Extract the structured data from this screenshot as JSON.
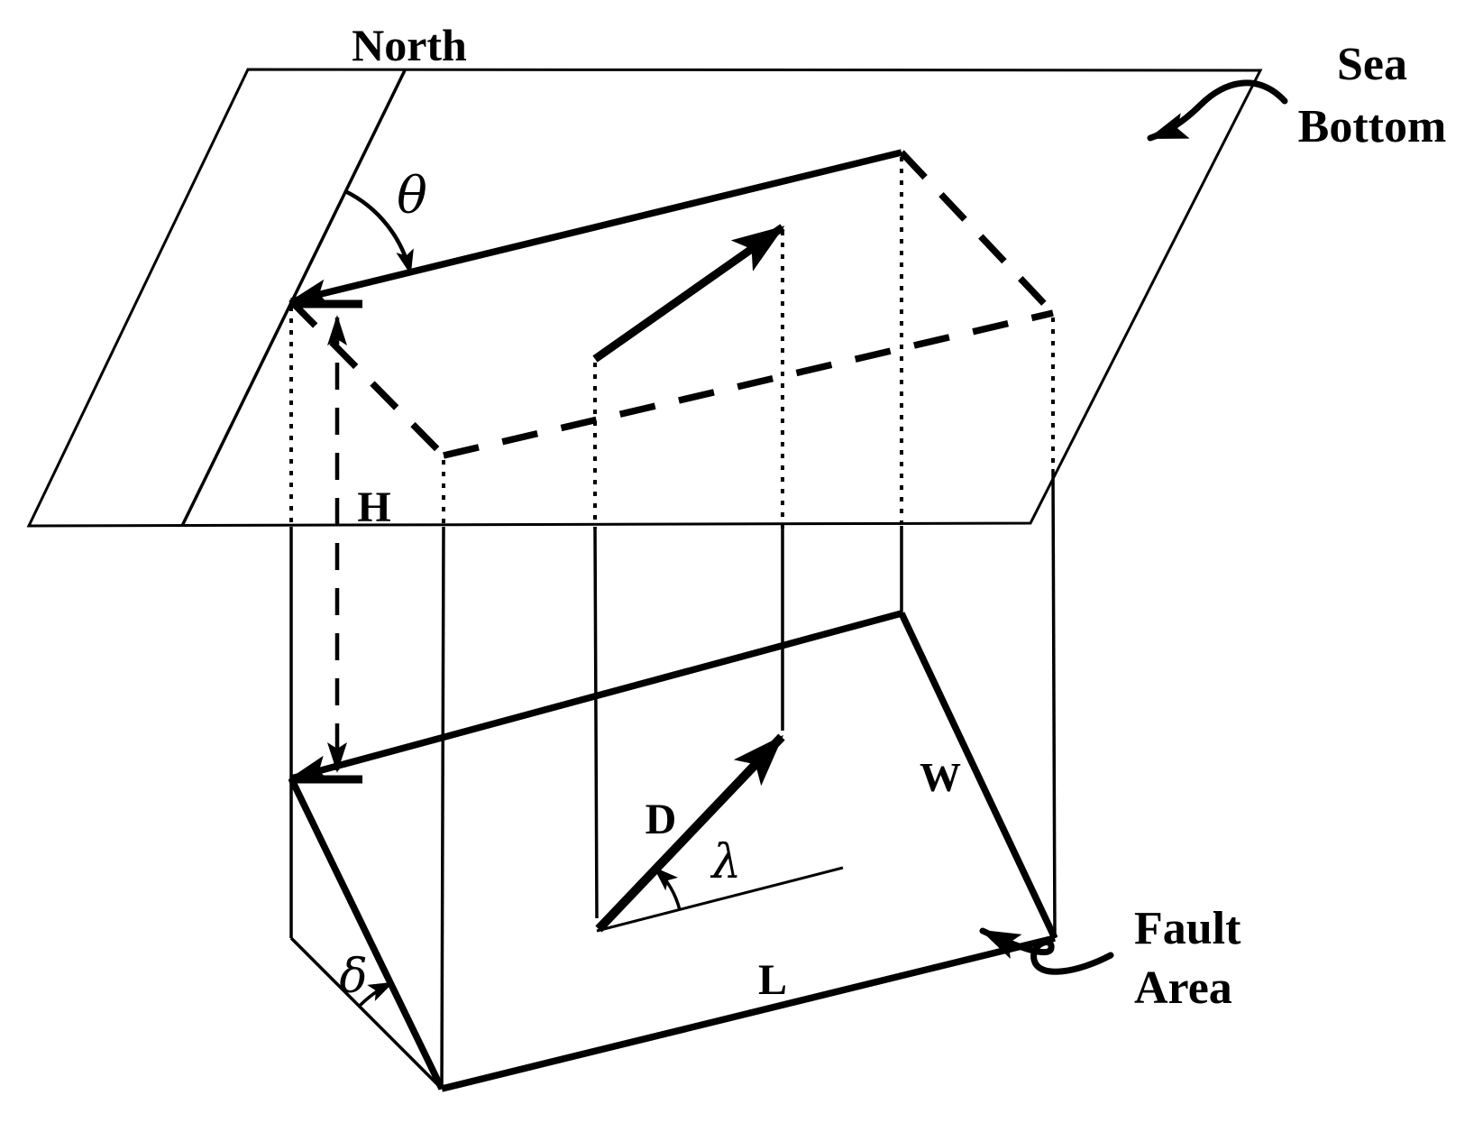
{
  "figure": {
    "title": "Fault plane geometry beneath the sea bottom",
    "colors": {
      "ink": "#000000",
      "background": "#ffffff"
    },
    "labels": {
      "north": "North",
      "sea_bottom_line1": "Sea",
      "sea_bottom_line2": "Bottom",
      "strike_angle": "θ",
      "depth": "H",
      "slip": "D",
      "rake_angle": "λ",
      "fault_width": "W",
      "fault_length": "L",
      "dip_angle": "δ",
      "fault_area_line1": "Fault",
      "fault_area_line2": "Area"
    }
  }
}
